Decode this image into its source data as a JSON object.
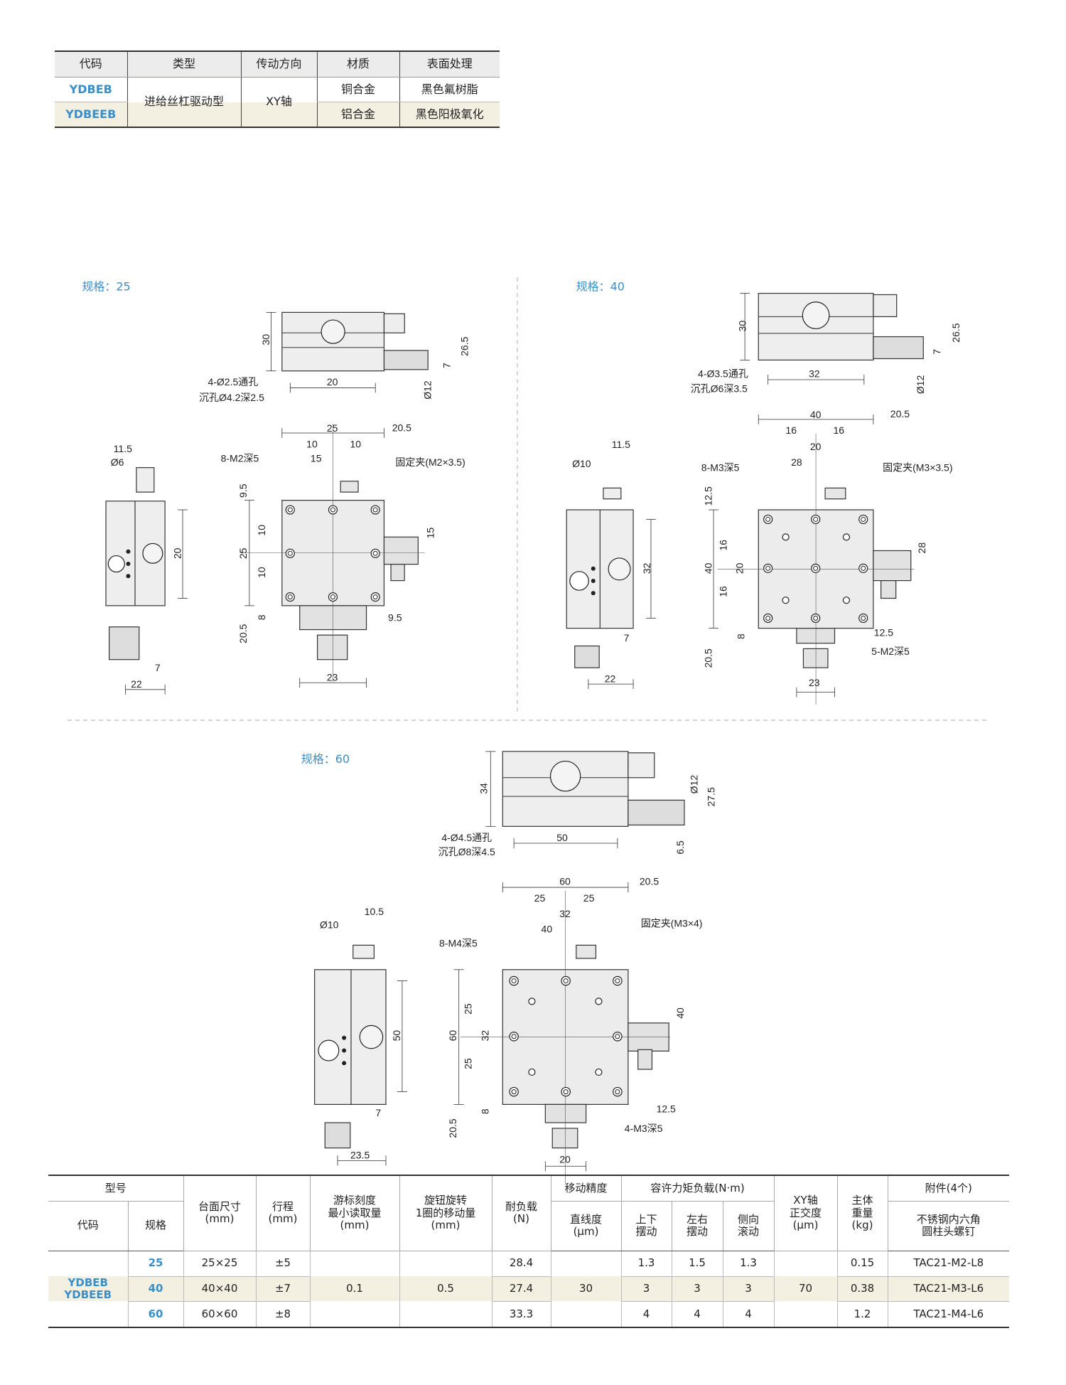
{
  "spec_table": {
    "headers": [
      "代码",
      "类型",
      "传动方向",
      "材质",
      "表面处理"
    ],
    "type": "进给丝杠驱动型",
    "direction": "XY轴",
    "rows": [
      {
        "code": "YDBEB",
        "material": "铜合金",
        "surface": "黑色氟树脂"
      },
      {
        "code": "YDBEEB",
        "material": "铝合金",
        "surface": "黑色阳极氧化"
      }
    ]
  },
  "drawings": [
    {
      "title": "规格：25",
      "labels": [
        "30",
        "26.5",
        "7",
        "Ø12",
        "20",
        "4-Ø2.5通孔",
        "沉孔Ø4.2深2.5",
        "25",
        "20.5",
        "10",
        "10",
        "15",
        "8-M2深5",
        "固定夹(M2×3.5)",
        "9.5",
        "25",
        "10",
        "10",
        "15",
        "8",
        "20.5",
        "9.5",
        "23",
        "11.5",
        "Ø6",
        "20",
        "7",
        "22"
      ]
    },
    {
      "title": "规格：40",
      "labels": [
        "30",
        "26.5",
        "7",
        "Ø12",
        "32",
        "4-Ø3.5通孔",
        "沉孔Ø6深3.5",
        "40",
        "20.5",
        "16",
        "16",
        "20",
        "28",
        "8-M3深5",
        "固定夹(M3×3.5)",
        "12.5",
        "40",
        "16",
        "16",
        "20",
        "28",
        "8",
        "20.5",
        "12.5",
        "5-M2深5",
        "23",
        "11.5",
        "Ø10",
        "32",
        "7",
        "22"
      ]
    },
    {
      "title": "规格：60",
      "labels": [
        "34",
        "27.5",
        "Ø12",
        "6.5",
        "50",
        "4-Ø4.5通孔",
        "沉孔Ø8深4.5",
        "60",
        "20.5",
        "25",
        "25",
        "32",
        "40",
        "8-M4深5",
        "固定夹(M3×4)",
        "60",
        "25",
        "25",
        "32",
        "40",
        "8",
        "20.5",
        "12.5",
        "4-M3深5",
        "20",
        "10.5",
        "Ø10",
        "50",
        "7",
        "23.5"
      ]
    }
  ],
  "perf_table": {
    "h_model": "型号",
    "h_code": "代码",
    "h_spec": "规格",
    "h_size": "台面尺寸\n(mm)",
    "h_stroke": "行程\n(mm)",
    "h_vernier": "游标刻度\n最小读取量\n(mm)",
    "h_knob": "旋钮旋转\n1圈的移动量\n(mm)",
    "h_load": "耐负载\n(N)",
    "h_accuracy": "移动精度",
    "h_straightness": "直线度\n(μm)",
    "h_moment": "容许力矩负载(N·m)",
    "h_pitch": "上下\n摆动",
    "h_yaw": "左右\n摆动",
    "h_roll": "侧向\n滚动",
    "h_ortho": "XY轴\n正交度\n(μm)",
    "h_weight": "主体\n重量\n(kg)",
    "h_accessory": "附件(4个)",
    "h_screw": "不锈钢内六角\n圆柱头螺钉",
    "codes": "YDBEB\nYDBEEB",
    "vernier": "0.1",
    "knob": "0.5",
    "straightness": "30",
    "ortho": "70",
    "rows": [
      {
        "spec": "25",
        "size": "25×25",
        "stroke": "±5",
        "load": "28.4",
        "pitch": "1.3",
        "yaw": "1.5",
        "roll": "1.3",
        "weight": "0.15",
        "accessory": "TAC21-M2-L8"
      },
      {
        "spec": "40",
        "size": "40×40",
        "stroke": "±7",
        "load": "27.4",
        "pitch": "3",
        "yaw": "3",
        "roll": "3",
        "weight": "0.38",
        "accessory": "TAC21-M3-L6"
      },
      {
        "spec": "60",
        "size": "60×60",
        "stroke": "±8",
        "load": "33.3",
        "pitch": "4",
        "yaw": "4",
        "roll": "4",
        "weight": "1.2",
        "accessory": "TAC21-M4-L6"
      }
    ]
  }
}
